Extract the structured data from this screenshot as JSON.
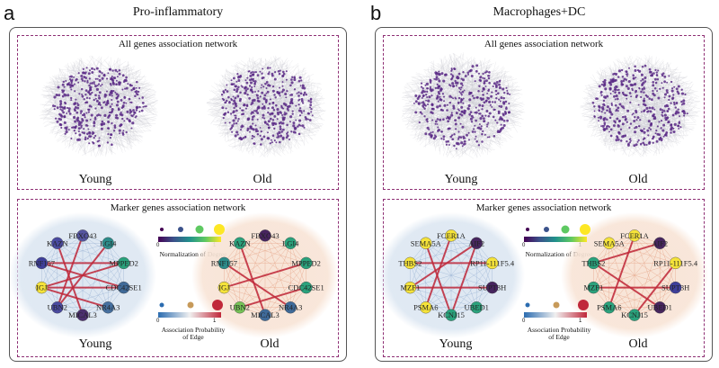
{
  "panels": [
    {
      "letter": "a",
      "title": "Pro-inflammatory",
      "all_genes_title": "All genes association network",
      "marker_title": "Marker genes association network",
      "all_labels": [
        "Young",
        "Old"
      ],
      "marker_labels": [
        "Young",
        "Old"
      ],
      "degree_legend_label": "Normalization of Degree",
      "edge_legend_label_1": "Association Probability",
      "edge_legend_label_2": "of Edge",
      "tick_min": "0",
      "tick_max": "1",
      "genes": [
        "KAZN",
        "FBXO43",
        "LGI4",
        "MPPED2",
        "CDC42SE1",
        "NR4A3",
        "MICAL3",
        "UBN2",
        "IGJ",
        "RNF157"
      ],
      "young_gene_colors": [
        "#4a4aa0",
        "#55559f",
        "#2c8c8a",
        "#2aa27c",
        "#3f6a99",
        "#4670a0",
        "#4b2f6e",
        "#4a4aa0",
        "#f5e33a",
        "#3f3f9a"
      ],
      "old_gene_colors": [
        "#2aa27c",
        "#47255f",
        "#2aa27c",
        "#2aa27c",
        "#2aa27c",
        "#3f6a99",
        "#3f6a99",
        "#76c257",
        "#f5e33a",
        "#2c8c8a"
      ],
      "young_edges": [
        [
          8,
          3
        ],
        [
          8,
          4
        ],
        [
          7,
          1
        ],
        [
          9,
          3
        ],
        [
          0,
          6
        ],
        [
          8,
          5
        ],
        [
          2,
          7
        ],
        [
          9,
          4
        ]
      ],
      "old_edges": [
        [
          8,
          3
        ],
        [
          7,
          4
        ],
        [
          0,
          6
        ],
        [
          9,
          5
        ]
      ]
    },
    {
      "letter": "b",
      "title": "Macrophages+DC",
      "all_genes_title": "All genes association network",
      "marker_title": "Marker genes association network",
      "all_labels": [
        "Young",
        "Old"
      ],
      "marker_labels": [
        "Young",
        "Old"
      ],
      "degree_legend_label": "Normalization of Degree",
      "edge_legend_label_1": "Association Probability",
      "edge_legend_label_2": "of Edge",
      "tick_min": "0",
      "tick_max": "1",
      "genes": [
        "SEMA5A",
        "FCER1A",
        "AIF2",
        "RP11-111F5.4",
        "SUPT3H",
        "UBED1",
        "KCNJ15",
        "PSMA6",
        "MZF1",
        "THBS2"
      ],
      "old_genes": [
        "SEMA5A",
        "FCER1A",
        "AIF2",
        "RP11-111F5.4",
        "SUPT3H",
        "UBED1",
        "KCNJ15",
        "PSMA6",
        "MZF1",
        "THBS2"
      ],
      "young_gene_colors": [
        "#f5e33a",
        "#f5e33a",
        "#47255f",
        "#f5e33a",
        "#47255f",
        "#2aa27c",
        "#2aa27c",
        "#f5e33a",
        "#f5e33a",
        "#f5e33a"
      ],
      "old_gene_colors": [
        "#f5e33a",
        "#f5e33a",
        "#47255f",
        "#f5e33a",
        "#3f3f9a",
        "#47255f",
        "#2aa27c",
        "#2aa27c",
        "#2aa27c",
        "#2aa27c"
      ],
      "young_edges": [
        [
          8,
          2
        ],
        [
          8,
          4
        ],
        [
          7,
          1
        ],
        [
          9,
          3
        ],
        [
          6,
          0
        ],
        [
          2,
          6
        ]
      ],
      "old_edges": [
        [
          9,
          2
        ],
        [
          8,
          4
        ],
        [
          7,
          1
        ],
        [
          9,
          5
        ],
        [
          3,
          6
        ]
      ]
    }
  ],
  "colors": {
    "frame_dash": "#8e2f74",
    "network_node": "#5a2a86",
    "network_edge": "#c8c8d0",
    "young_bg": "#dde7f2",
    "old_bg": "#f8e4d6",
    "strong_edge": "#c0283a",
    "degree_gradient": [
      "#440154",
      "#3b528b",
      "#21918c",
      "#5ec962",
      "#fde725"
    ],
    "edge_gradient": [
      "#2b6cb0",
      "#f0f0f0",
      "#c0283a"
    ]
  }
}
